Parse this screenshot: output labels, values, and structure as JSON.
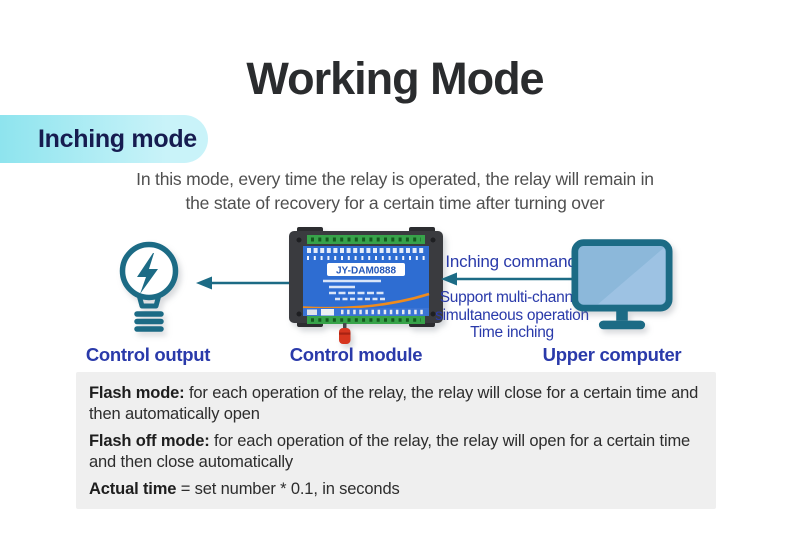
{
  "page": {
    "title": "Working Mode"
  },
  "badge": {
    "label": "Inching mode"
  },
  "description": {
    "lines": [
      "In this mode, every time the relay is operated, the relay will remain in",
      "the state of recovery for a certain time after turning over"
    ]
  },
  "diagram": {
    "nodes": [
      {
        "label": "Control output",
        "icon": "lightbulb-bolt-icon"
      },
      {
        "label": "Control module",
        "icon": "relay-module-device",
        "device_label": "JY-DAM0888"
      },
      {
        "label": "Upper computer",
        "icon": "monitor-icon"
      }
    ],
    "inching_command": "Inching command",
    "support_lines": [
      "Support multi-channel",
      "simultaneous operation",
      "Time inching"
    ]
  },
  "info_box": {
    "entries": [
      {
        "label": "Flash mode:",
        "text": "for each operation of the relay, the relay will close for a certain time and then automatically open"
      },
      {
        "label": "Flash off mode:",
        "text": "for each operation of the relay, the relay will open for a certain time and then close automatically"
      },
      {
        "label": "Actual time",
        "text": "= set number * 0.1, in seconds"
      }
    ]
  },
  "colors": {
    "accent_teal": "#1c6b85",
    "label_blue": "#2a3aaa",
    "badge_gradient_start": "#8ee4ee",
    "badge_gradient_end": "#c9f3f9",
    "badge_text": "#161c50",
    "info_box_bg": "#efefef",
    "module_panel_blue": "#2e6dd2",
    "module_terminal_green": "#37a34a",
    "module_antenna_red": "#d6361f",
    "monitor_screen_blue": "#8cb8da"
  }
}
